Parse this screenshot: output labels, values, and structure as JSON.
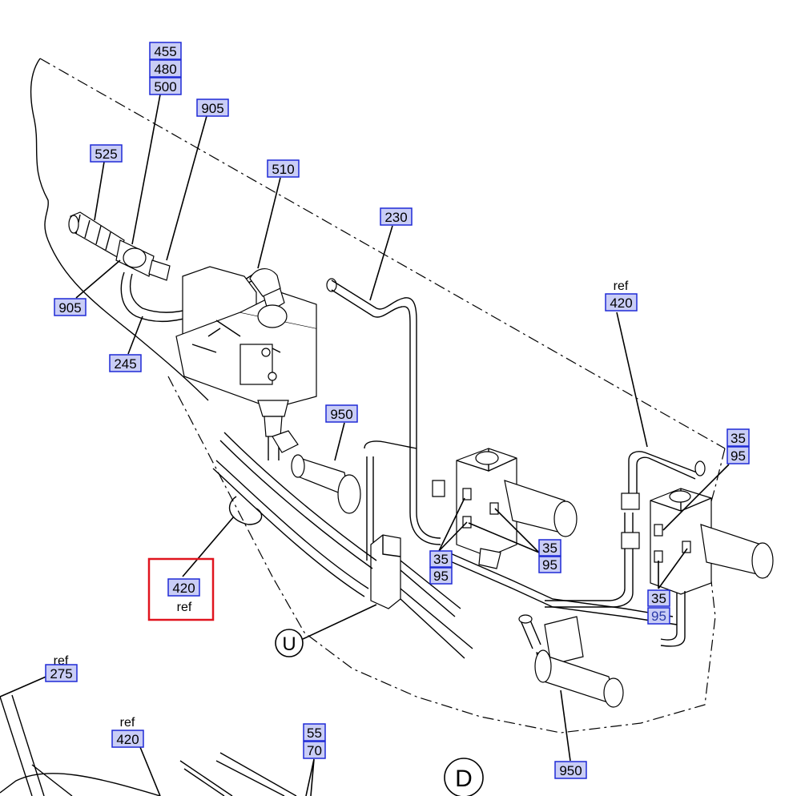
{
  "callouts": {
    "c455": "455",
    "c480": "480",
    "c500": "500",
    "c905_top": "905",
    "c525": "525",
    "c510": "510",
    "c905_left": "905",
    "c245": "245",
    "c230": "230",
    "c420_right": "420",
    "c35_r1": "35",
    "c95_r1": "95",
    "c950_mid": "950",
    "c35_mid": "35",
    "c95_mid": "95",
    "c35_c": "35",
    "c95_c": "95",
    "c35_r2": "35",
    "c95_r2": "95",
    "c420_sel": "420",
    "c275": "275",
    "c420_bottom": "420",
    "c55": "55",
    "c70": "70",
    "c950_bottom": "950"
  },
  "ref_labels": {
    "right": "ref",
    "selected": "ref",
    "r275": "ref",
    "bottom420": "ref"
  },
  "view_markers": {
    "u": "U",
    "d": "D"
  },
  "highlight_color": "#e0141e",
  "callout_fill": "#c9cdf6",
  "callout_border": "#1f2ad6"
}
